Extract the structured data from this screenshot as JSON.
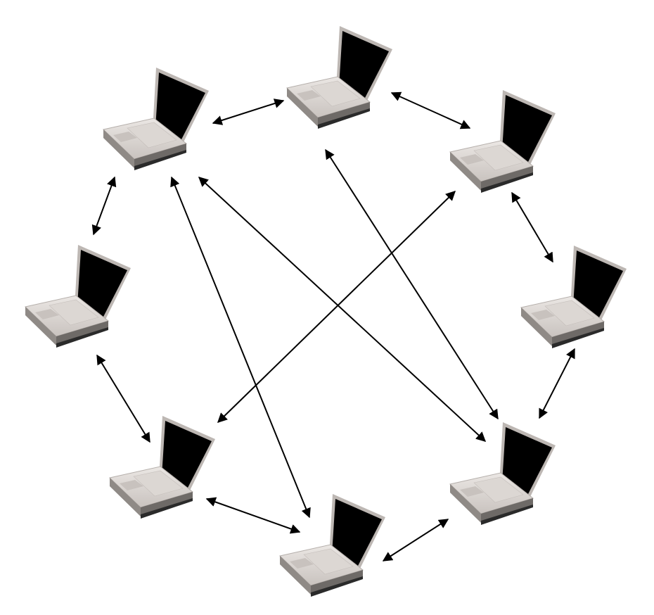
{
  "diagram": {
    "type": "peer-to-peer network",
    "node_count": 8,
    "nodes": [
      {
        "id": "n1",
        "icon": "laptop-icon"
      },
      {
        "id": "n2",
        "icon": "laptop-icon"
      },
      {
        "id": "n3",
        "icon": "laptop-icon"
      },
      {
        "id": "n4",
        "icon": "laptop-icon"
      },
      {
        "id": "n5",
        "icon": "laptop-icon"
      },
      {
        "id": "n6",
        "icon": "laptop-icon"
      },
      {
        "id": "n7",
        "icon": "laptop-icon"
      },
      {
        "id": "n8",
        "icon": "laptop-icon"
      }
    ],
    "links": [
      {
        "from": "n1",
        "to": "n2",
        "style": "double-arrow"
      },
      {
        "from": "n2",
        "to": "n3",
        "style": "double-arrow"
      },
      {
        "from": "n3",
        "to": "n4",
        "style": "double-arrow"
      },
      {
        "from": "n4",
        "to": "n5",
        "style": "double-arrow"
      },
      {
        "from": "n5",
        "to": "n6",
        "style": "double-arrow"
      },
      {
        "from": "n6",
        "to": "n7",
        "style": "double-arrow"
      },
      {
        "from": "n7",
        "to": "n8",
        "style": "double-arrow"
      },
      {
        "from": "n8",
        "to": "n1",
        "style": "double-arrow"
      },
      {
        "from": "n1",
        "to": "n6",
        "style": "double-arrow"
      },
      {
        "from": "n1",
        "to": "n5",
        "style": "double-arrow"
      },
      {
        "from": "n2",
        "to": "n5",
        "style": "double-arrow"
      },
      {
        "from": "n3",
        "to": "n7",
        "style": "double-arrow"
      }
    ],
    "colors": {
      "background": "#ffffff",
      "arrow": "#000000",
      "laptop_body": "#d9d4d0",
      "laptop_screen": "#000000"
    }
  }
}
